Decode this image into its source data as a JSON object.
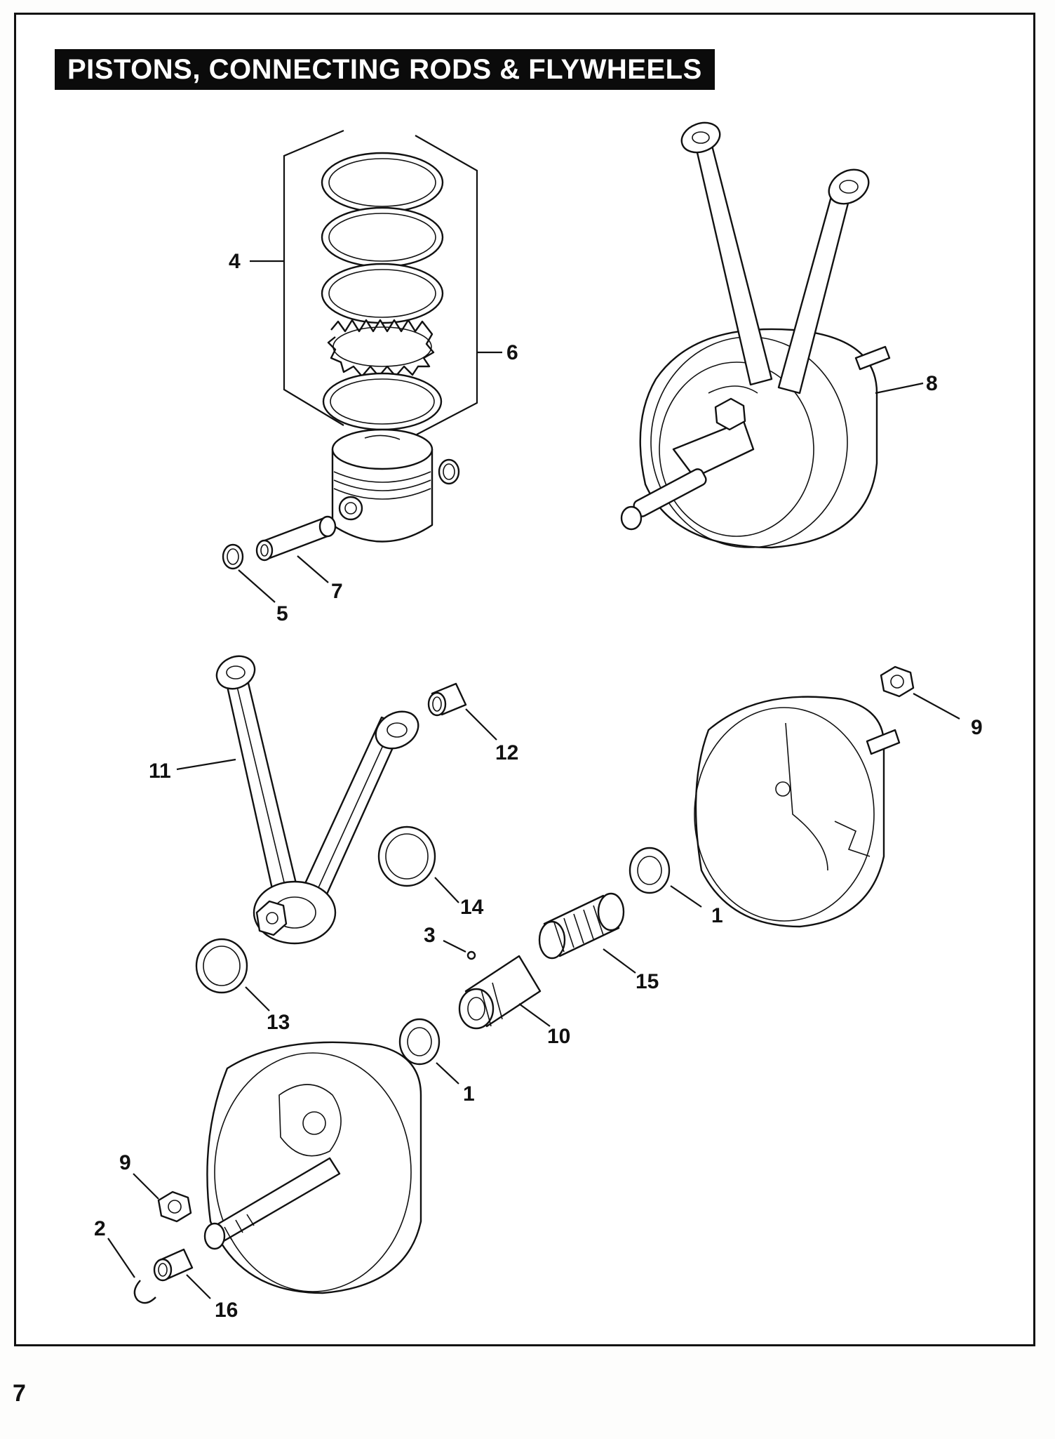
{
  "title": "PISTONS, CONNECTING RODS & FLYWHEELS",
  "page_number": "7",
  "callouts": {
    "c1a": "1",
    "c1b": "1",
    "c2": "2",
    "c3": "3",
    "c4": "4",
    "c5": "5",
    "c6": "6",
    "c7": "7",
    "c8": "8",
    "c9a": "9",
    "c9b": "9",
    "c10": "10",
    "c11": "11",
    "c12": "12",
    "c13": "13",
    "c14": "14",
    "c15": "15",
    "c16": "16"
  }
}
